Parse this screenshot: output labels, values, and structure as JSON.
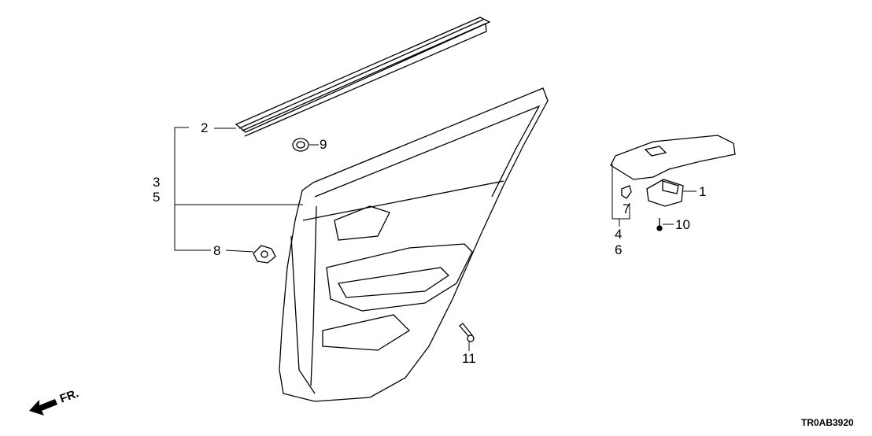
{
  "diagram": {
    "callouts": {
      "c1": "1",
      "c2": "2",
      "c3": "3",
      "c4": "4",
      "c5": "5",
      "c6": "6",
      "c7": "7",
      "c8": "8",
      "c9": "9",
      "c10": "10",
      "c11": "11"
    },
    "direction_label": "FR.",
    "diagram_code": "TR0AB3920"
  }
}
